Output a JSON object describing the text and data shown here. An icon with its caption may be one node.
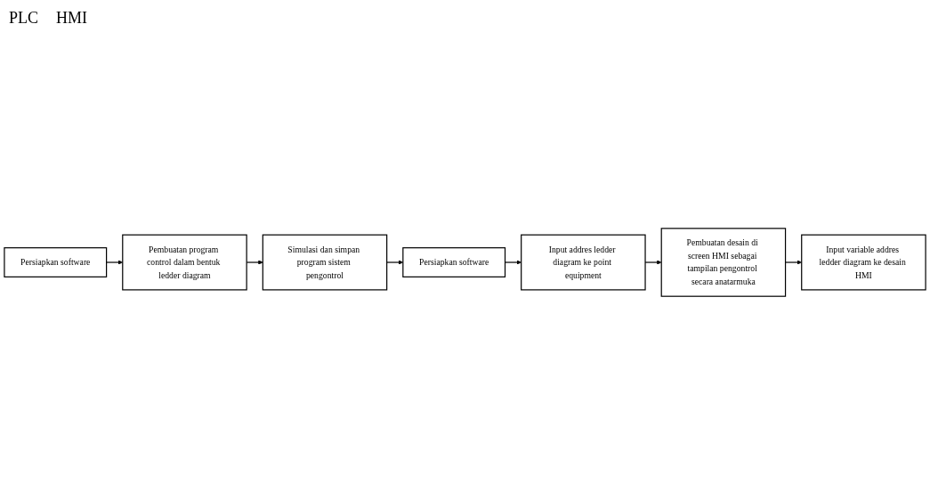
{
  "diagram": {
    "nodes": [
      {
        "text": [
          "Persiapkan software"
        ]
      },
      {
        "text": [
          "Pembuatan program control dalam bentuk ledder diagram"
        ]
      },
      {
        "text": [
          "Simulasi dan simpan program sistem pengontrol"
        ]
      },
      {
        "text": [
          "Persiapkan software"
        ]
      },
      {
        "text": [
          "Input addres ledder diagram ke point equipment"
        ]
      },
      {
        "text": [
          "Pembuatan desain di screen HMI sebagai tampilan pengontrol secara anatarmuka"
        ]
      },
      {
        "text": [
          "Input variable addres ledder diagram ke desain HMI"
        ]
      }
    ],
    "edges": [
      {
        "from": 0,
        "to": 1,
        "arrow": "to"
      },
      {
        "from": 1,
        "to": 2,
        "arrow": "to"
      },
      {
        "from": 2,
        "to": 3,
        "arrow": "to"
      },
      {
        "from": 3,
        "to": 4,
        "arrow": "to"
      },
      {
        "from": 4,
        "to": 5,
        "arrow": "to"
      },
      {
        "from": 5,
        "to": 6,
        "arrow": "to"
      }
    ],
    "labels": [
      "PLC",
      "HMI"
    ]
  }
}
